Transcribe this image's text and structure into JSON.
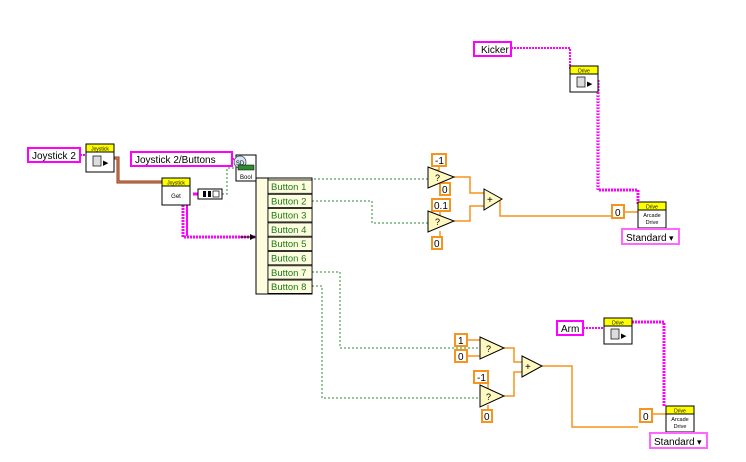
{
  "string_constants": {
    "kicker": "Kicker",
    "joystick_2": "Joystick 2",
    "joystick_2_buttons": "Joystick 2/Buttons",
    "arm": "Arm"
  },
  "vi_headers": {
    "drive": "Drive",
    "joystick": "Joystick"
  },
  "vi_labels": {
    "get": "Get",
    "arcade_line1": "Arcade",
    "arcade_line2": "Drive",
    "bool": "Bool",
    "sd": "SD"
  },
  "unbundle_buttons": [
    "Button 1",
    "Button 2",
    "Button 3",
    "Button 4",
    "Button 5",
    "Button 6",
    "Button 7",
    "Button 8"
  ],
  "numeric_constants": {
    "top_neg1": "-1",
    "top_0": "0",
    "top_0_1": "0.1",
    "top_0b": "0",
    "top_drive_0": "0",
    "bot_1": "1",
    "bot_0": "0",
    "bot_neg1": "-1",
    "bot_0b": "0",
    "bot_drive_0": "0"
  },
  "selects": {
    "top_mode": "Standard",
    "bottom_mode": "Standard"
  },
  "operators": {
    "select": "?",
    "add": "+",
    "arrow": "▶",
    "dropdown_arrow": "▾"
  },
  "colors": {
    "string_wire": "#ff00ff",
    "numeric_wire": "#f7941d",
    "bool_wire": "#2e8b2e",
    "joystick_wire": "#8b3a1a",
    "vi_header": "#ffff00",
    "cluster_bg": "#fffde0"
  }
}
